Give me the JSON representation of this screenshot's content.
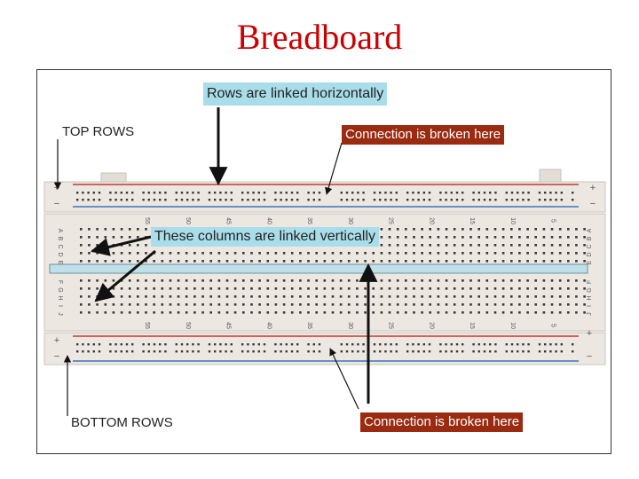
{
  "title": "Breadboard",
  "labels": {
    "rows_horizontal": "Rows are linked horizontally",
    "top_rows": "TOP ROWS",
    "broken_top": "Connection is broken here",
    "columns_vertical": "These columns are linked vertically",
    "bottom_rows": "BOTTOM ROWS",
    "broken_bottom": "Connection is broken here"
  },
  "board": {
    "row_letters_top": [
      "A",
      "B",
      "C",
      "D",
      "E"
    ],
    "row_letters_bottom": [
      "F",
      "G",
      "H",
      "I",
      "J"
    ],
    "column_numbers": [
      "5",
      "10",
      "15",
      "20",
      "25",
      "30",
      "35",
      "40",
      "45",
      "50",
      "55"
    ],
    "rail_plus": "+",
    "rail_minus": "−"
  },
  "colors": {
    "title": "#cc0000",
    "callout_cyan": "#a8dde9",
    "callout_red": "#9a2a10",
    "rail_red": "#c23a30",
    "rail_blue": "#3a73c0",
    "board": "#ece8e1",
    "hole": "#3a3631",
    "channel": "#bfe0e8"
  }
}
